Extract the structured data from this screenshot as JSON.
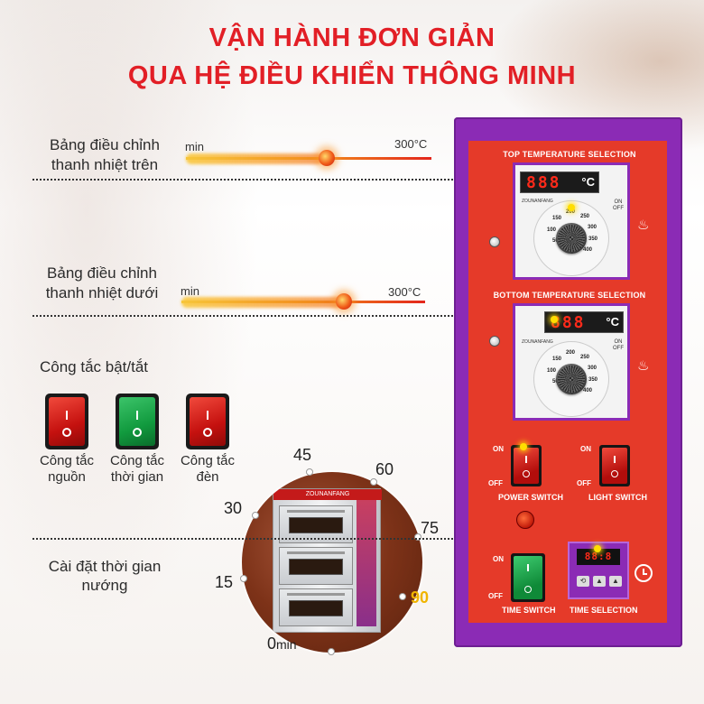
{
  "headline": {
    "line1": "VẬN HÀNH ĐƠN GIẢN",
    "line2": "QUA HỆ ĐIỀU KHIỂN THÔNG MINH"
  },
  "top_heater": {
    "label_line1": "Bảng điều chỉnh",
    "label_line2": "thanh nhiệt trên",
    "min": "min",
    "max": "300°C"
  },
  "bottom_heater": {
    "label_line1": "Bảng điều chỉnh",
    "label_line2": "thanh nhiệt dưới",
    "min": "min",
    "max": "300°C"
  },
  "switches": {
    "title": "Công tắc bật/tắt",
    "power": {
      "line1": "Công tắc",
      "line2": "nguồn",
      "color": "#d4160f"
    },
    "timer": {
      "line1": "Công tắc",
      "line2": "thời gian",
      "color": "#119a3e"
    },
    "light": {
      "line1": "Công tắc",
      "line2": "đèn",
      "color": "#d4160f"
    }
  },
  "timer_setting": {
    "label_line1": "Cài đặt thời gian",
    "label_line2": "nướng",
    "dial": {
      "n0": "0",
      "n0_unit": "min",
      "n15": "15",
      "n30": "30",
      "n45": "45",
      "n60": "60",
      "n75": "75",
      "n90": "90"
    }
  },
  "panel": {
    "top_title": "TOP TEMPERATURE SELECTION",
    "bottom_title": "BOTTOM TEMPERATURE SELECTION",
    "top_display": "888",
    "bottom_display": "888",
    "unit": "°C",
    "brand": "ZOUNANFANG",
    "on": "ON",
    "off": "OFF",
    "scale": [
      "50",
      "100",
      "150",
      "200",
      "250",
      "300",
      "350",
      "400"
    ],
    "sw_on": "ON",
    "sw_off": "OFF",
    "power_switch": "POWER SWITCH",
    "light_switch": "LIGHT SWITCH",
    "time_switch": "TIME SWITCH",
    "time_selection": "TIME SELECTION",
    "timer_display": "88:8",
    "colors": {
      "frame": "#8b2bb5",
      "face": "#e53a29"
    }
  },
  "oven_image": {
    "top_label": "ZOUNANFANG"
  }
}
